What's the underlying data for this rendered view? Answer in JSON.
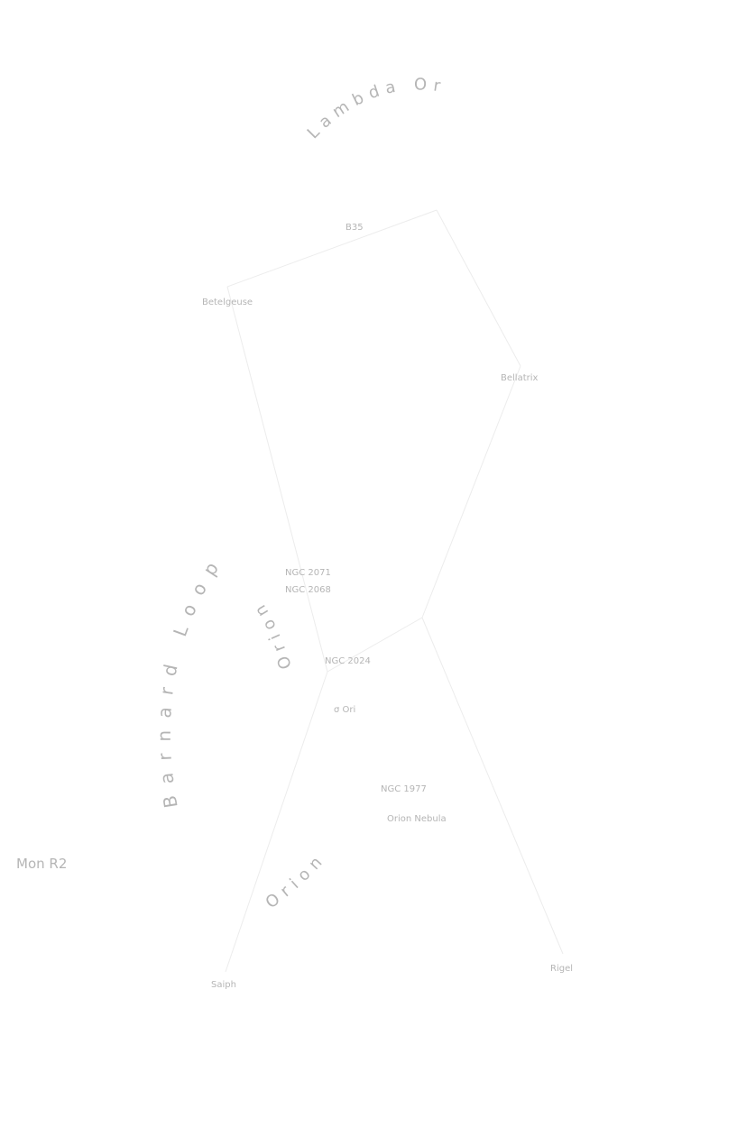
{
  "stars": {
    "betelgeuse": "Betelgeuse",
    "bellatrix": "Bellatrix",
    "saiph": "Saiph",
    "rigel": "Rigel"
  },
  "objects": {
    "b35": "B35",
    "ngc2071": "NGC 2071",
    "ngc2068": "NGC 2068",
    "ngc2024": "NGC 2024",
    "sigma_ori": "σ Ori",
    "ngc1977": "NGC 1977",
    "orion_nebula": "Orion Nebula",
    "mon_r2": "Mon R2"
  },
  "regions": {
    "lambda_ori": "Lambda Ori",
    "barnard_loop": "Barnard Loop",
    "orion_b": "Orion B",
    "orion_a": "Orion A"
  }
}
